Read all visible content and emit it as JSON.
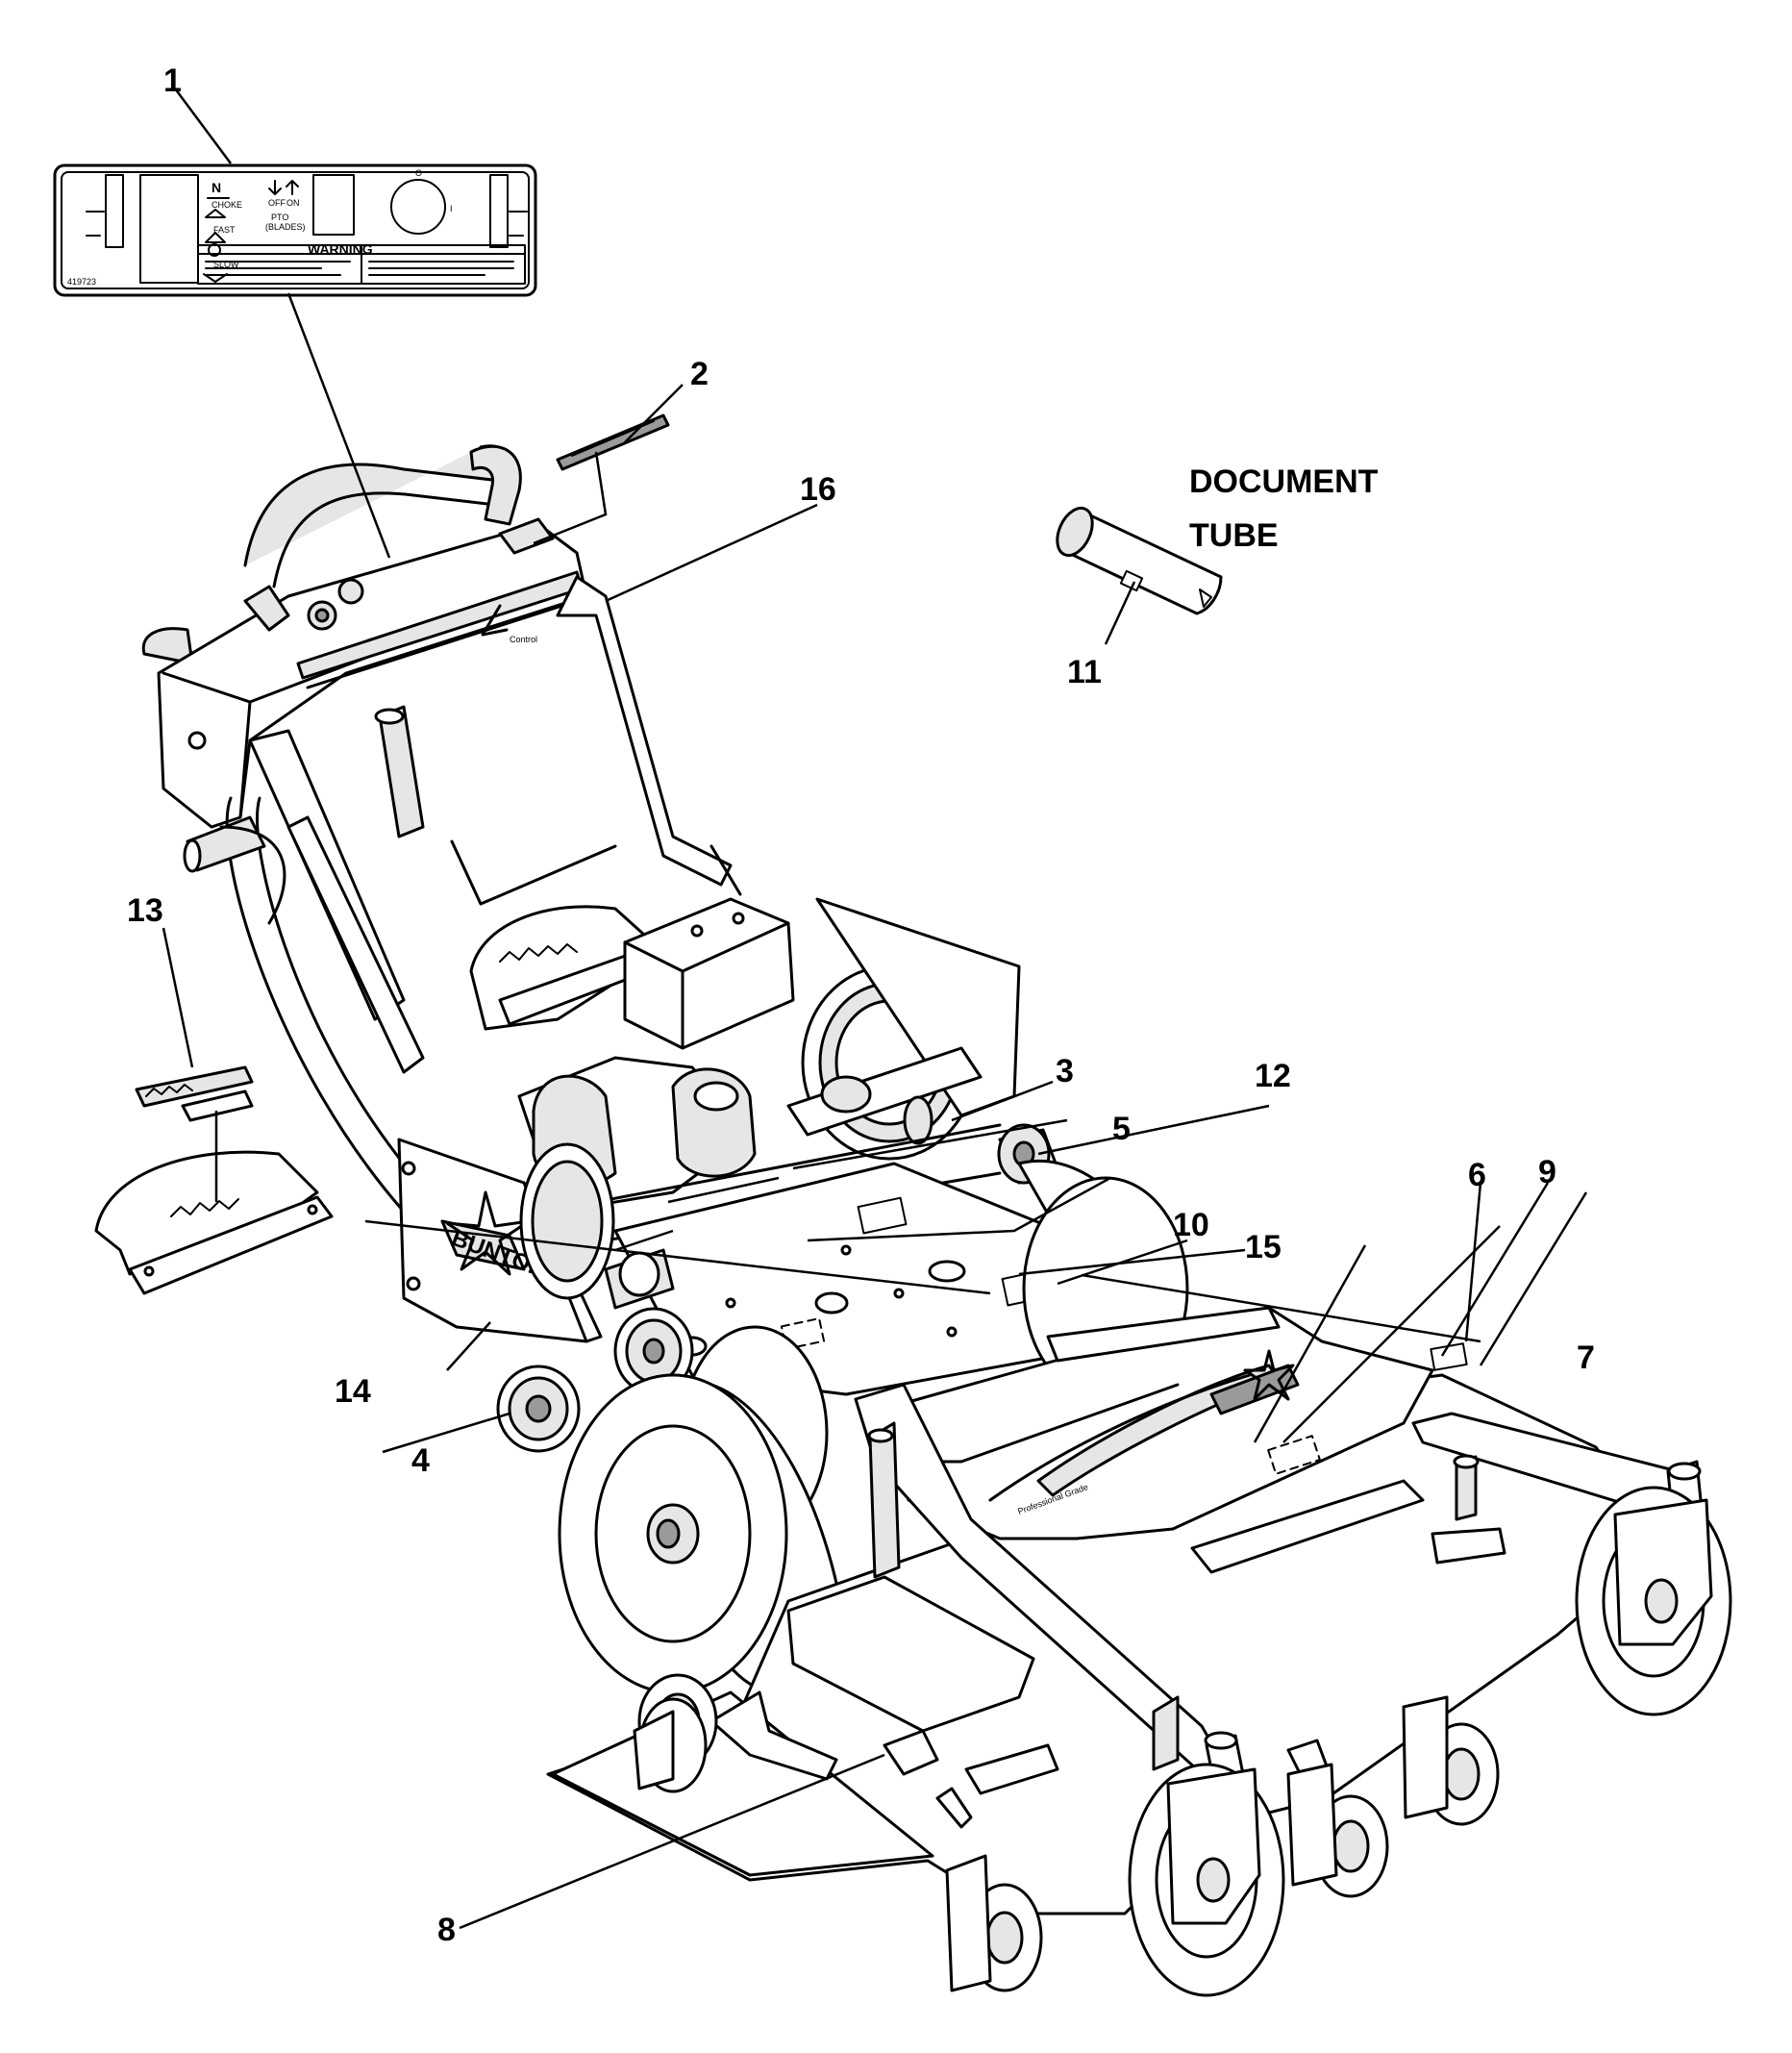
{
  "callouts": {
    "c1": "1",
    "c2": "2",
    "c3": "3",
    "c4": "4",
    "c5": "5",
    "c6": "6",
    "c7": "7",
    "c8": "8",
    "c9": "9",
    "c10": "10",
    "c11": "11",
    "c12": "12",
    "c13": "13",
    "c14": "14",
    "c15": "15",
    "c16": "16"
  },
  "document_tube": {
    "line1": "DOCUMENT",
    "line2": "TUBE"
  },
  "decal_panel": {
    "choke": "CHOKE",
    "fast": "FAST",
    "slow": "SLOW",
    "off": "OFF",
    "on": "ON",
    "pto": "PTO",
    "blades": "(BLADES)",
    "warning": "WARNING",
    "part_number": "419723"
  },
  "logos": {
    "brand": "BUNTON",
    "control": "Control",
    "series": "Professional Grade"
  }
}
